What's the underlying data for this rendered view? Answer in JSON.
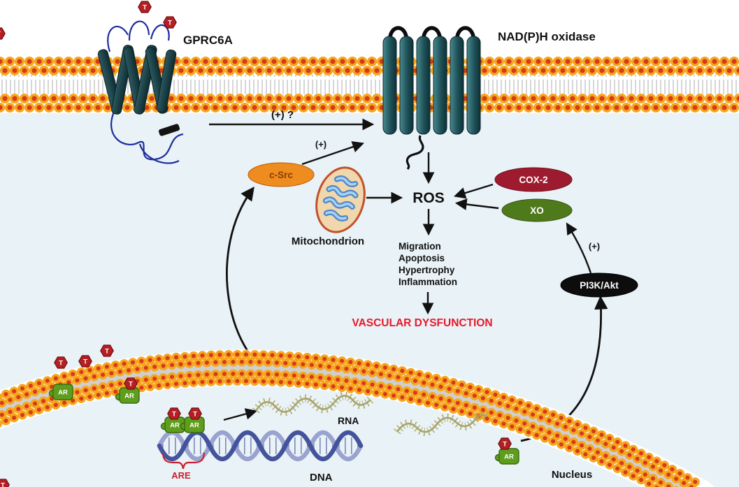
{
  "labels": {
    "gprc6a": "GPRC6A",
    "nadph_oxidase": "NAD(P)H oxidase",
    "activation_unknown": "(+) ?",
    "activation": "(+)",
    "c_src": "c-Src",
    "mitochondrion": "Mitochondrion",
    "ros": "ROS",
    "cox2": "COX-2",
    "xo": "XO",
    "pi3k_akt": "PI3K/Akt",
    "vascular_dysfunction": "VASCULAR DYSFUNCTION",
    "rna": "RNA",
    "dna": "DNA",
    "are": "ARE",
    "nucleus": "Nucleus",
    "ar": "AR",
    "testosterone": "T"
  },
  "effects": [
    "Migration",
    "Apoptosis",
    "Hypertrophy",
    "Inflammation"
  ],
  "colors": {
    "cell_background": "#e9f2f6",
    "membrane_head": "#f6a61e",
    "membrane_head_core": "#d63a1a",
    "receptor_loop_blue": "#1c2d9c",
    "c_src_fill": "#ef8c1f",
    "c_src_text": "#8a3d08",
    "cox2_fill": "#9e1b2f",
    "xo_fill": "#4f7a1c",
    "pi3k_fill": "#0d0d0d",
    "node_text": "#ffffff",
    "vascular_text": "#e8192c",
    "ar_fill": "#5f9d1d",
    "t_fill": "#b51f23",
    "dna_strand_dark": "#44549c",
    "dna_strand_light": "#9aa3cf",
    "rna_color": "#a8a468",
    "are_color": "#cc1f2e"
  }
}
